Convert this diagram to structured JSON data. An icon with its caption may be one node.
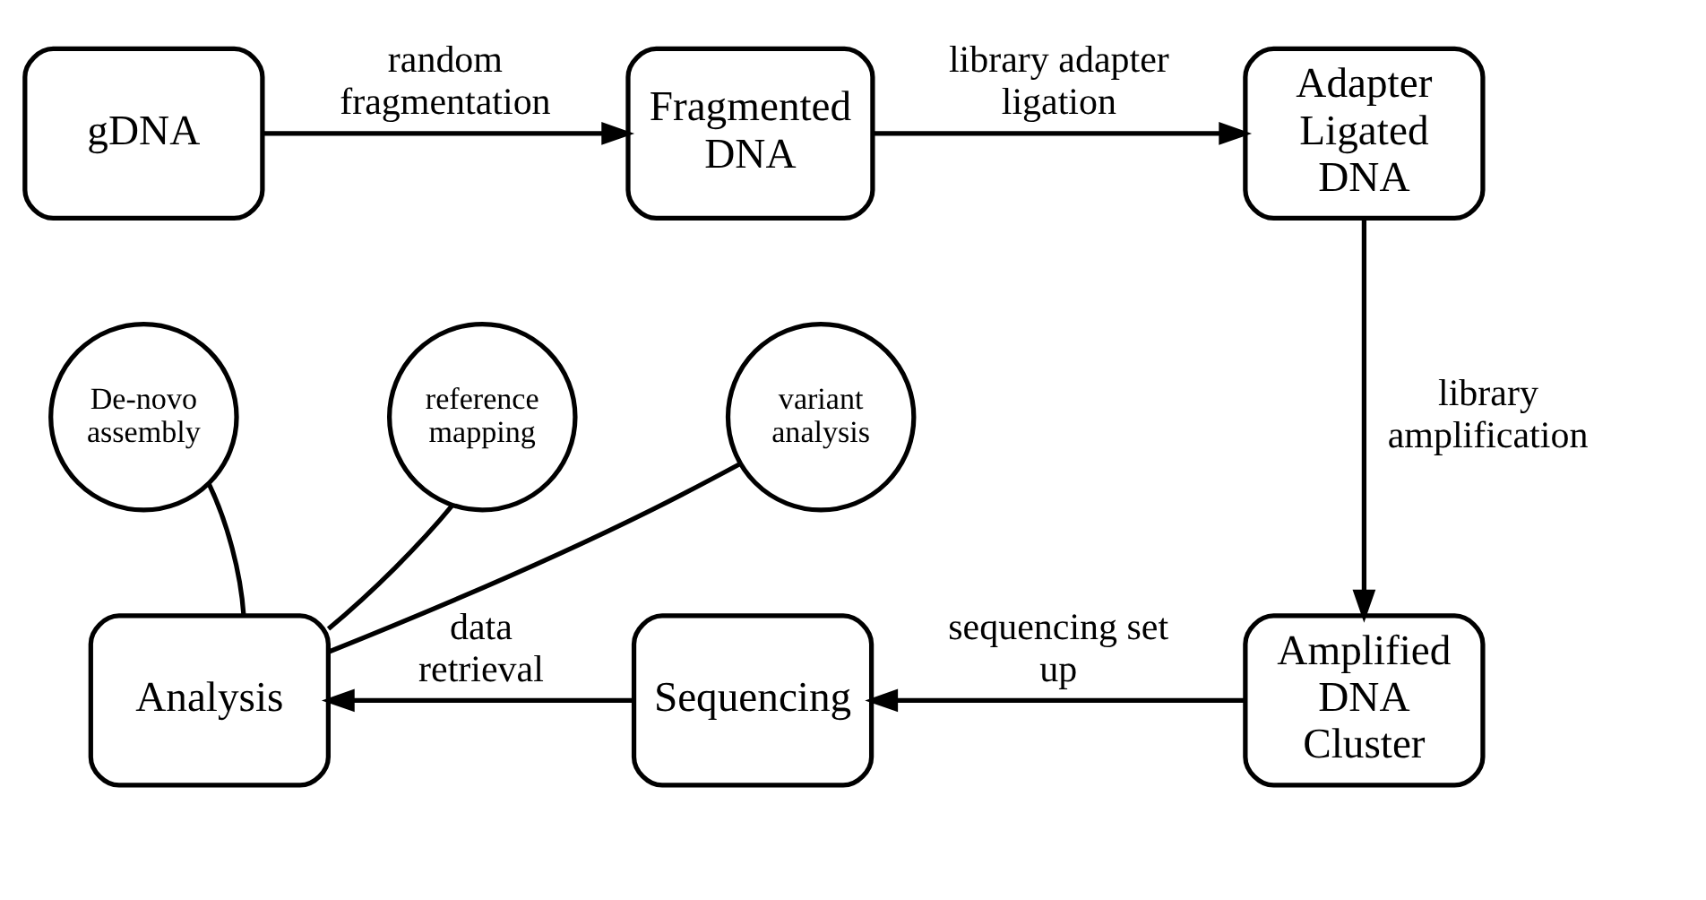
{
  "diagram": {
    "nodes": [
      {
        "text": [
          "gDNA"
        ]
      },
      {
        "text": [
          "Fragmented DNA"
        ]
      },
      {
        "text": [
          "Adapter Ligated DNA"
        ]
      },
      {
        "text": [
          "Amplified DNA Cluster"
        ]
      },
      {
        "text": [
          "Sequencing"
        ]
      },
      {
        "text": [
          "Analysis"
        ]
      },
      {
        "text": [
          "De-novo assembly"
        ]
      },
      {
        "text": [
          "reference mapping"
        ]
      },
      {
        "text": [
          "variant analysis"
        ]
      }
    ],
    "edges": [
      {
        "from": 0,
        "to": 1,
        "arrow": "to",
        "label": "random fragmentation"
      },
      {
        "from": 1,
        "to": 2,
        "arrow": "to",
        "label": "library adapter ligation"
      },
      {
        "from": 2,
        "to": 3,
        "arrow": "to",
        "label": "library amplification"
      },
      {
        "from": 3,
        "to": 4,
        "arrow": "to",
        "label": "sequencing set up"
      },
      {
        "from": 4,
        "to": 5,
        "arrow": "to",
        "label": "data retrieval"
      },
      {
        "from": 5,
        "to": 6,
        "arrow": "none"
      },
      {
        "from": 5,
        "to": 7,
        "arrow": "none"
      },
      {
        "from": 5,
        "to": 8,
        "arrow": "none"
      }
    ]
  }
}
